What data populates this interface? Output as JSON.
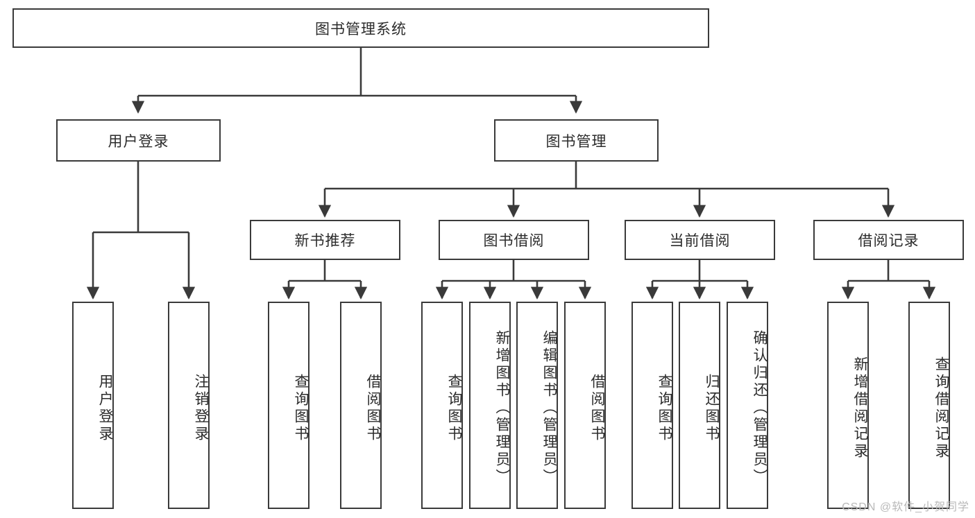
{
  "diagram": {
    "title": "图书管理系统",
    "watermark": "CSDN @软件_小贺同学",
    "stroke_color": "#3a3a3a",
    "text_color": "#2b2b2b",
    "background_color": "#ffffff",
    "watermark_color": "#b9b9b9"
  },
  "nodes": {
    "root": {
      "label": "图书管理系统"
    },
    "level2": [
      {
        "id": "user-login",
        "label": "用户登录"
      },
      {
        "id": "book-management",
        "label": "图书管理"
      }
    ],
    "level3": [
      {
        "id": "new-book-recommend",
        "label": "新书推荐"
      },
      {
        "id": "book-borrow",
        "label": "图书借阅"
      },
      {
        "id": "current-borrow",
        "label": "当前借阅"
      },
      {
        "id": "borrow-record",
        "label": "借阅记录"
      }
    ],
    "leaves": {
      "user_login": [
        {
          "id": "leaf-user-login",
          "label": "用户登录"
        },
        {
          "id": "leaf-logout-login",
          "label": "注销登录"
        }
      ],
      "new_book_recommend": [
        {
          "id": "leaf-query-book-1",
          "label": "查询图书"
        },
        {
          "id": "leaf-borrow-book-1",
          "label": "借阅图书"
        }
      ],
      "book_borrow": [
        {
          "id": "leaf-query-book-2",
          "label": "查询图书"
        },
        {
          "id": "leaf-add-book",
          "label": "新增图书（管理员）"
        },
        {
          "id": "leaf-edit-book",
          "label": "编辑图书（管理员）"
        },
        {
          "id": "leaf-borrow-book-2",
          "label": "借阅图书"
        }
      ],
      "current_borrow": [
        {
          "id": "leaf-query-book-3",
          "label": "查询图书"
        },
        {
          "id": "leaf-return-book",
          "label": "归还图书"
        },
        {
          "id": "leaf-confirm-return",
          "label": "确认归还（管理员）"
        }
      ],
      "borrow_record": [
        {
          "id": "leaf-add-borrow-record",
          "label": "新增借阅记录"
        },
        {
          "id": "leaf-query-borrow-record",
          "label": "查询借阅记录"
        }
      ]
    }
  }
}
